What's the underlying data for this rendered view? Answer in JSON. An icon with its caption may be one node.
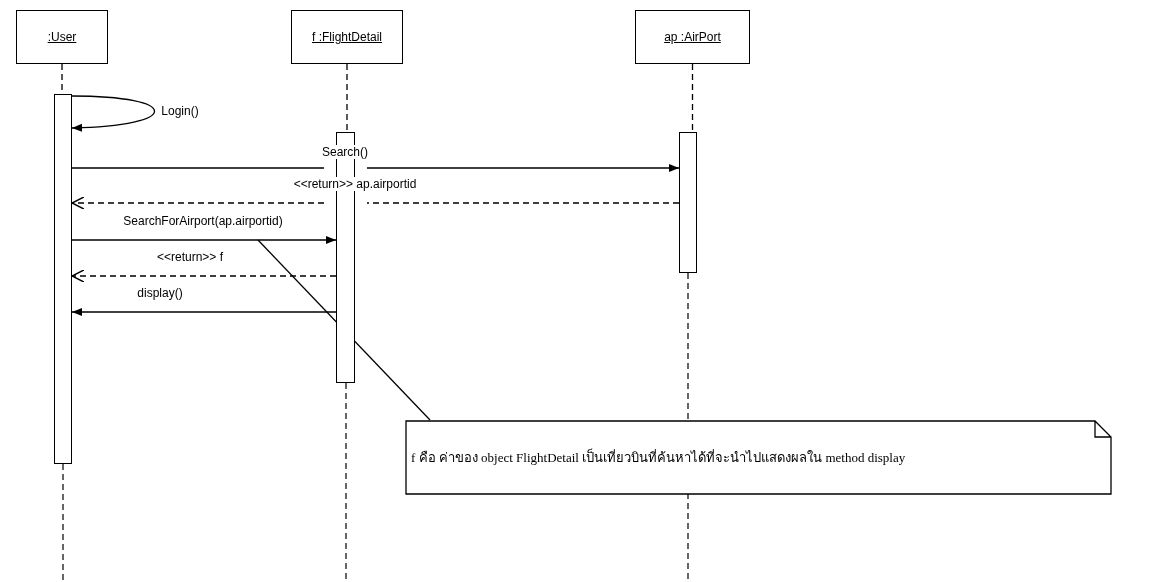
{
  "diagram": {
    "nodes": [
      {
        "text": [
          ":User"
        ]
      },
      {
        "text": [
          "f :FlightDetail"
        ]
      },
      {
        "text": [
          "ap :AirPort"
        ]
      },
      {
        "text": [],
        "shape": "bar"
      },
      {
        "text": [],
        "shape": "bar"
      },
      {
        "text": [],
        "shape": "bar"
      },
      {
        "text": [
          "f คือ ค่าของ object FlightDetail เป็นเที่ยวบินที่ค้นหาได้ที่จะนำไปแสดงผลใน method display"
        ]
      }
    ],
    "edges": [
      {
        "from": 0,
        "to": 3,
        "arrow": "none",
        "style": "dashed"
      },
      {
        "from": 1,
        "to": 4,
        "arrow": "none",
        "style": "dashed"
      },
      {
        "from": 2,
        "to": 5,
        "arrow": "none",
        "style": "dashed"
      },
      {
        "from": 3,
        "to": 3,
        "arrow": "to",
        "label": "Login()"
      },
      {
        "from": 3,
        "to": 5,
        "arrow": "to",
        "label": "Search()"
      },
      {
        "from": 5,
        "to": 3,
        "arrow": "to",
        "style": "dashed",
        "label": "<<return>> ap.airportid"
      },
      {
        "from": 3,
        "to": 4,
        "arrow": "to",
        "label": "SearchForAirport(ap.airportid)"
      },
      {
        "from": 4,
        "to": 3,
        "arrow": "to",
        "style": "dashed",
        "label": "<<return>> f"
      },
      {
        "from": 4,
        "to": 3,
        "arrow": "to",
        "label": "display()"
      },
      {
        "from": 6,
        "to": null,
        "arrow": "none"
      }
    ]
  }
}
